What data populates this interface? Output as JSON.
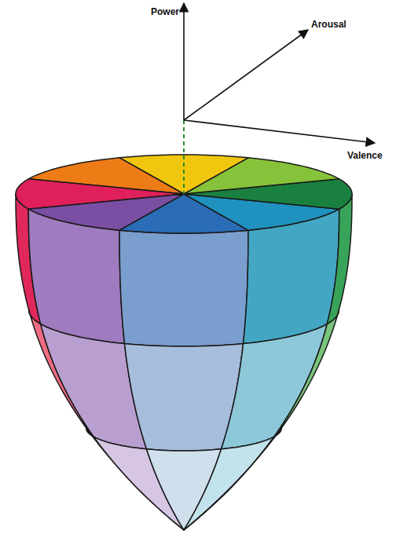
{
  "diagram": {
    "labels": [
      "Power",
      "Arousal",
      "Valence"
    ]
  }
}
